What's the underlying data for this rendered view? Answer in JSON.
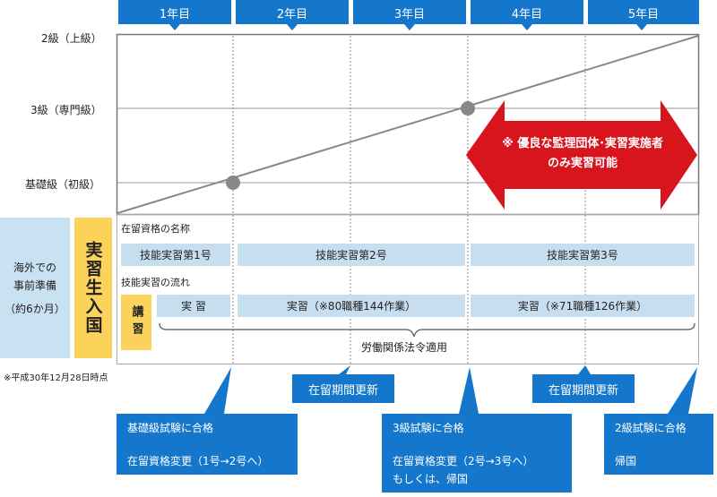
{
  "years": [
    "1年目",
    "2年目",
    "3年目",
    "4年目",
    "5年目"
  ],
  "grades": {
    "top": "2級（上級）",
    "mid": "3級（専門級）",
    "low": "基礎級（初級）"
  },
  "red_arrow": {
    "line1": "※ 優良な監理団体･実習実施者",
    "line2": "のみ実習可能"
  },
  "left": {
    "pre_line1": "海外での",
    "pre_line2": "事前準備",
    "pre_line3": "（約6か月）",
    "entry": "実習生入国"
  },
  "status_section": {
    "title": "在留資格の名称",
    "items": [
      "技能実習第1号",
      "技能実習第2号",
      "技能実習第3号"
    ]
  },
  "flow_section": {
    "title": "技能実習の流れ",
    "lecture": "講習",
    "items": [
      "実 習",
      "実習（※80職種144作業）",
      "実習（※71職種126作業）"
    ]
  },
  "labor_law": "労働関係法令適用",
  "note": "※平成30年12月28日時点",
  "renewal": [
    "在留期間更新",
    "在留期間更新"
  ],
  "callouts": {
    "basic": {
      "line1": "基礎級試験に合格",
      "line2": "在留資格変更（1号→2号へ）"
    },
    "grade3": {
      "line1": "3級試験に合格",
      "line2": "在留資格変更（2号→3号へ）",
      "line3": "もしくは、帰国"
    },
    "grade2": {
      "line1": "2級試験に合格",
      "line2": "帰国"
    }
  },
  "colors": {
    "accent": "#1577cc",
    "red": "#d8141c",
    "light_blue": "#c6deee",
    "yellow": "#fbd35a",
    "pre_bg": "#c9e2f2"
  }
}
